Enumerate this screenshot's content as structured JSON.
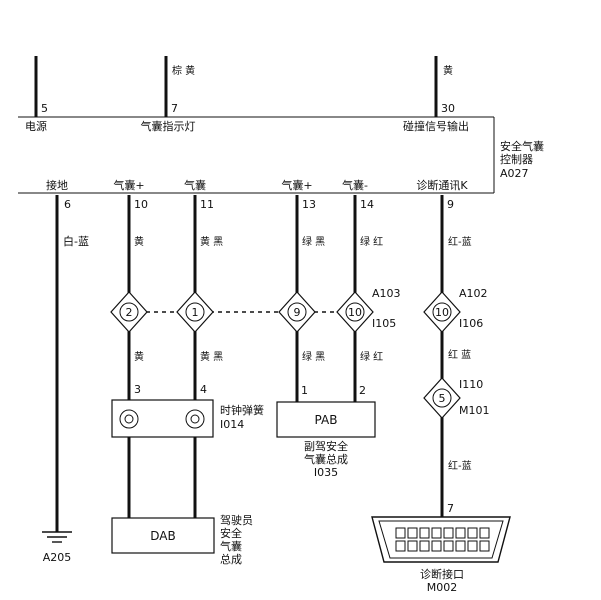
{
  "module": {
    "name_line1": "安全气囊",
    "name_line2": "控制器",
    "code": "A027"
  },
  "top_pins": [
    {
      "pin": "5",
      "label": "电源",
      "color": ""
    },
    {
      "pin": "7",
      "label": "气囊指示灯",
      "color": "棕 黄"
    },
    {
      "pin": "30",
      "label": "碰撞信号输出",
      "color": "黄"
    }
  ],
  "bottom_pins": [
    {
      "pin": "6",
      "label": "接地",
      "color": "白-蓝"
    },
    {
      "pin": "10",
      "label": "气囊+",
      "color": "黄"
    },
    {
      "pin": "11",
      "label": "气囊",
      "color": "黄 黑"
    },
    {
      "pin": "13",
      "label": "气囊+",
      "color": "绿 黑"
    },
    {
      "pin": "14",
      "label": "气囊-",
      "color": "绿 红"
    },
    {
      "pin": "9",
      "label": "诊断通讯K",
      "color": "红-蓝"
    }
  ],
  "connectors": {
    "c1": {
      "numbers": [
        "2",
        "1"
      ],
      "code": ""
    },
    "c2": {
      "numbers": [
        "9",
        "10"
      ],
      "code_top": "A103",
      "code_bottom": "I105"
    },
    "c3": {
      "number": "10",
      "code_top": "A102",
      "code_bottom": "I106"
    },
    "c4": {
      "number": "5",
      "code_top": "I110",
      "code_bottom": "M101"
    }
  },
  "lower_wire_colors": [
    "黄",
    "黄 黑",
    "绿 黑",
    "绿 红",
    "红 蓝",
    "红-蓝"
  ],
  "clock_spring": {
    "pins": [
      "3",
      "4"
    ],
    "label": "时钟弹簧",
    "code": "I014"
  },
  "pab": {
    "pins": [
      "1",
      "2"
    ],
    "box_label": "PAB",
    "label_line1": "副驾安全",
    "label_line2": "气囊总成",
    "code": "I035"
  },
  "dab": {
    "box_label": "DAB",
    "label_lines": [
      "驾驶员",
      "安全",
      "气囊",
      "总成"
    ]
  },
  "ground": {
    "code": "A205"
  },
  "diag_port": {
    "pin": "7",
    "label": "诊断接口",
    "code": "M002"
  }
}
